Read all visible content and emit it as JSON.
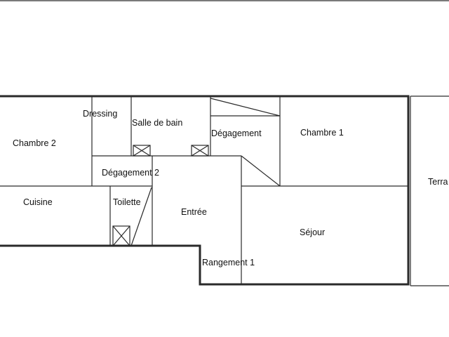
{
  "floor_plan": {
    "rooms": {
      "chambre_2": "Chambre  2",
      "dressing": "Dressing",
      "salle_de_bain": "Salle de bain",
      "degagement": "Dégagement",
      "chambre_1": "Chambre  1",
      "terrasse": "Terra",
      "degagement_2": "Dégagement 2",
      "cuisine": "Cuisine",
      "toilette": "Toilette",
      "entree": "Entrée",
      "sejour": "Séjour",
      "rangement_1": "Rangement 1"
    }
  }
}
